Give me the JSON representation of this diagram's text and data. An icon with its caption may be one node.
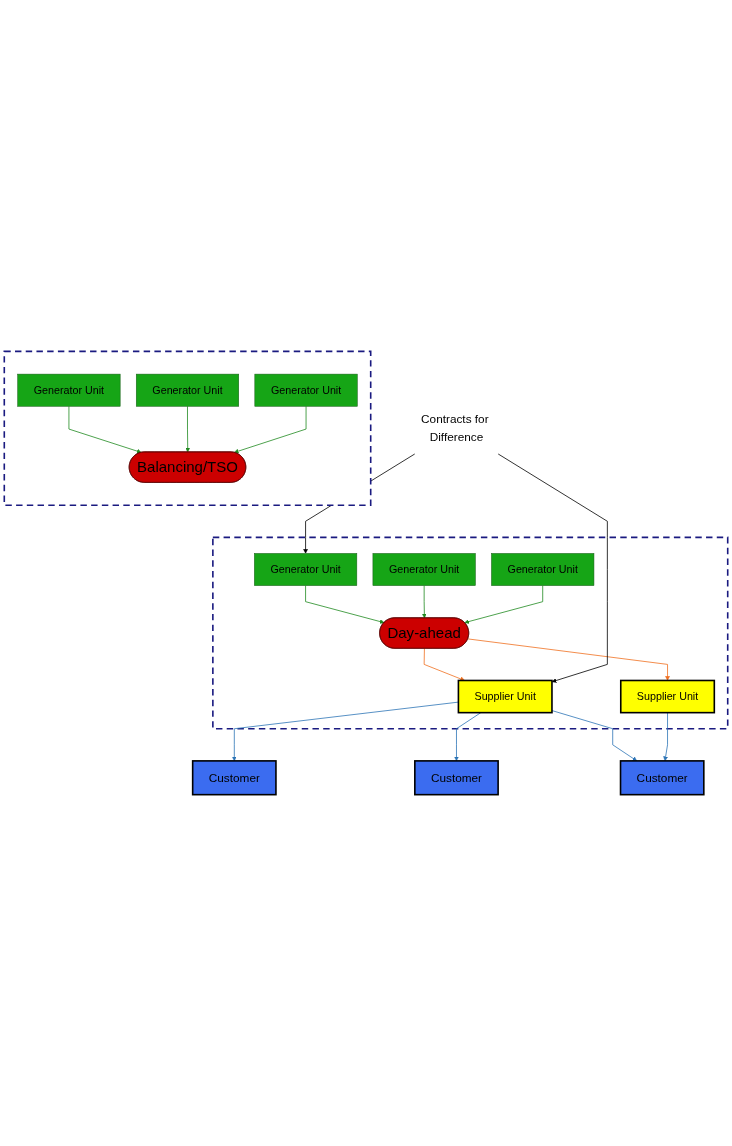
{
  "diagram": {
    "nodes": [
      {
        "text": [],
        "shape": "box"
      },
      {
        "text": [
          "Generator Unit"
        ],
        "in": 0
      },
      {
        "text": [
          "Generator Unit"
        ],
        "in": 0
      },
      {
        "text": [
          "Generator Unit"
        ],
        "in": 0
      },
      {
        "text": [
          "Day-ahead"
        ],
        "in": 0
      },
      {
        "text": [
          "Supplier Unit"
        ],
        "in": 0
      },
      {
        "text": [
          "Supplier Unit"
        ],
        "in": 0
      },
      {
        "text": [
          "Contracts for Difference"
        ]
      },
      {
        "text": [
          "Customer"
        ]
      },
      {
        "text": [
          "Customer"
        ]
      },
      {
        "text": [
          "Customer"
        ]
      },
      {
        "text": [],
        "shape": "box"
      },
      {
        "text": [
          "Generator Unit"
        ],
        "in": 11
      },
      {
        "text": [
          "Generator Unit"
        ],
        "in": 11
      },
      {
        "text": [
          "Generator Unit"
        ],
        "in": 11
      },
      {
        "text": [
          "Balancing/TSO"
        ],
        "in": 11
      }
    ],
    "edges": [
      {
        "from": 1,
        "to": 4,
        "arrow": "to"
      },
      {
        "from": 2,
        "to": 4,
        "arrow": "to"
      },
      {
        "from": 3,
        "to": 4,
        "arrow": "to"
      },
      {
        "from": 4,
        "to": 5,
        "arrow": "to",
        "color": "#f07020"
      },
      {
        "from": 4,
        "to": 6,
        "arrow": "to",
        "color": "#f07020"
      },
      {
        "from": 7,
        "to": 1,
        "arrow": "to",
        "color": "#000000"
      },
      {
        "from": 7,
        "to": 5,
        "arrow": "to",
        "color": "#000000"
      },
      {
        "from": 5,
        "to": 8,
        "arrow": "to",
        "color": "#2e75b6"
      },
      {
        "from": 5,
        "to": 9,
        "arrow": "to",
        "color": "#2e75b6"
      },
      {
        "from": 5,
        "to": 10,
        "arrow": "to",
        "color": "#2e75b6"
      },
      {
        "from": 6,
        "to": 10,
        "arrow": "to",
        "color": "#2e75b6"
      },
      {
        "from": 12,
        "to": 15,
        "arrow": "to"
      },
      {
        "from": 13,
        "to": 15,
        "arrow": "to"
      },
      {
        "from": 14,
        "to": 15,
        "arrow": "to"
      }
    ]
  }
}
